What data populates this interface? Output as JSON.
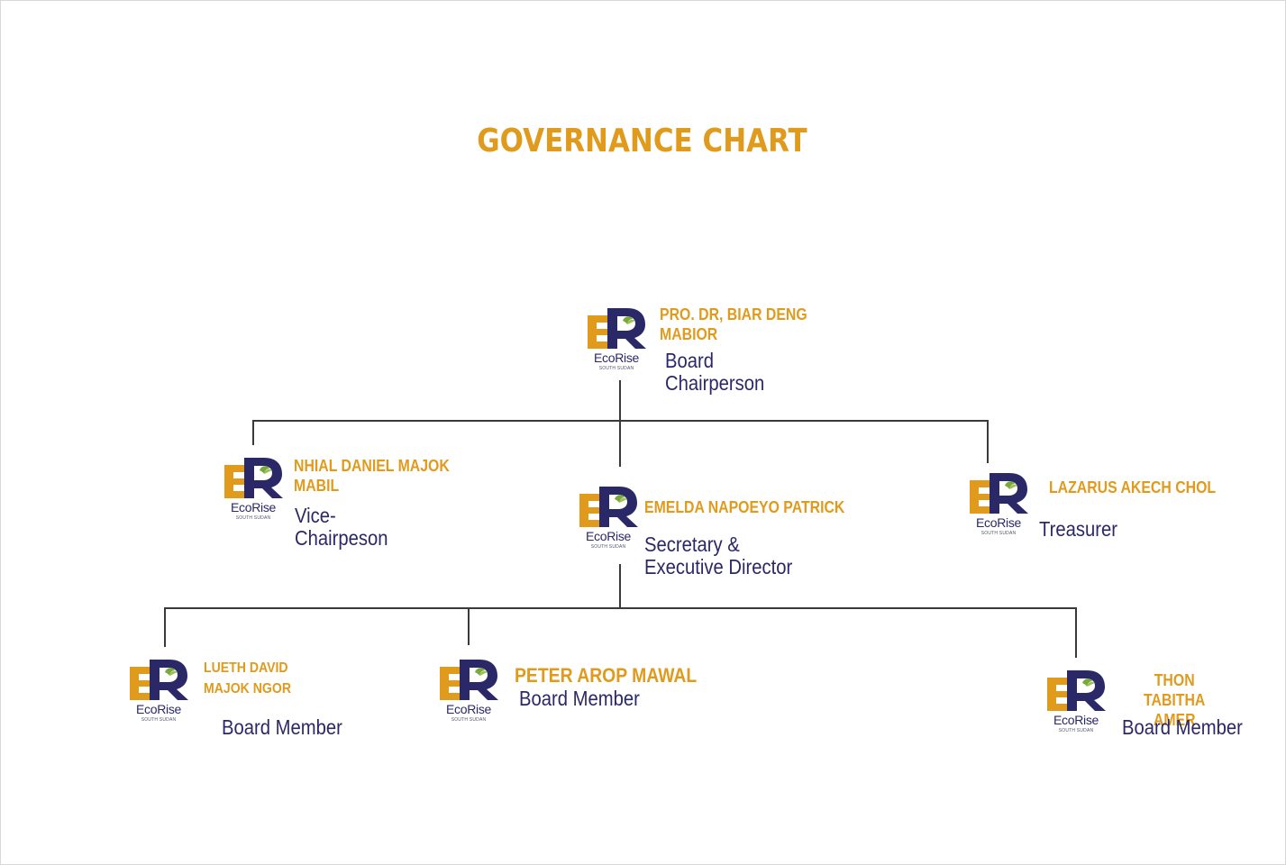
{
  "title": "GOVERNANCE CHART",
  "colors": {
    "title": "#e09a1c",
    "name": "#e09a1c",
    "role": "#2b2868",
    "connector": "#3a3a3a"
  },
  "logo": {
    "icon": "ecorise-er-logo",
    "brand": "EcoRise",
    "sub": "SOUTH SUDAN"
  },
  "members": {
    "chair": {
      "name": "PRO. DR, BIAR DENG\nMABIOR",
      "role": "Board\nChairperson"
    },
    "vice": {
      "name": " NHIAL DANIEL MAJOK\nMABIL",
      "role": "Vice-\nChairpeson"
    },
    "secretary": {
      "name": "EMELDA NAPOEYO PATRICK",
      "role": "Secretary &\nExecutive Director"
    },
    "treasurer": {
      "name": "LAZARUS AKECH CHOL",
      "role": "Treasurer"
    },
    "member1": {
      "name": "LUETH DAVID\nMAJOK NGOR",
      "role": "Board Member"
    },
    "member2": {
      "name": "PETER AROP MAWAL",
      "role": "Board Member"
    },
    "member3": {
      "name": "THON TABITHA\nAMER",
      "role": "Board Member"
    }
  }
}
